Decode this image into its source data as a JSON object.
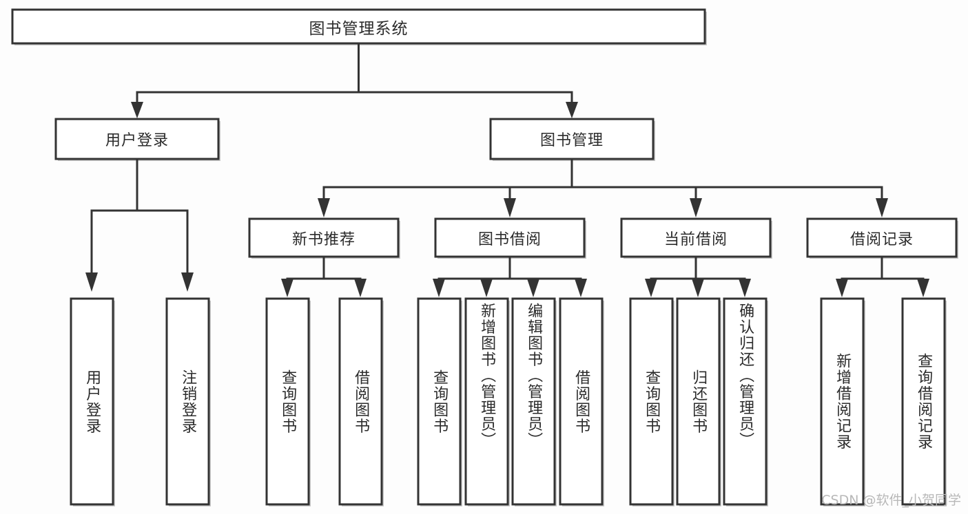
{
  "diagram": {
    "type": "tree",
    "title": "图书管理系统",
    "root": {
      "id": "root",
      "label": "图书管理系统",
      "orientation": "horizontal"
    },
    "level2": [
      {
        "id": "user-login",
        "label": "用户登录",
        "orientation": "horizontal"
      },
      {
        "id": "book-manage",
        "label": "图书管理",
        "orientation": "horizontal"
      }
    ],
    "level3": [
      {
        "id": "new-book-rec",
        "label": "新书推荐",
        "orientation": "horizontal",
        "parent": "book-manage"
      },
      {
        "id": "book-borrow",
        "label": "图书借阅",
        "orientation": "horizontal",
        "parent": "book-manage"
      },
      {
        "id": "current-borrow",
        "label": "当前借阅",
        "orientation": "horizontal",
        "parent": "book-manage"
      },
      {
        "id": "borrow-record",
        "label": "借阅记录",
        "orientation": "horizontal",
        "parent": "book-manage"
      }
    ],
    "leaves": [
      {
        "id": "leaf-user-login",
        "label": "用户登录",
        "parent": "user-login",
        "orientation": "vertical"
      },
      {
        "id": "leaf-user-logout",
        "label": "注销登录",
        "parent": "user-login",
        "orientation": "vertical"
      },
      {
        "id": "leaf-query-book-1",
        "label": "查询图书",
        "parent": "new-book-rec",
        "orientation": "vertical"
      },
      {
        "id": "leaf-borrow-book-1",
        "label": "借阅图书",
        "parent": "new-book-rec",
        "orientation": "vertical"
      },
      {
        "id": "leaf-query-book-2",
        "label": "查询图书",
        "parent": "book-borrow",
        "orientation": "vertical"
      },
      {
        "id": "leaf-add-book",
        "label": "新增图书（管理员）",
        "parent": "book-borrow",
        "orientation": "vertical"
      },
      {
        "id": "leaf-edit-book",
        "label": "编辑图书（管理员）",
        "parent": "book-borrow",
        "orientation": "vertical"
      },
      {
        "id": "leaf-borrow-book-2",
        "label": "借阅图书",
        "parent": "book-borrow",
        "orientation": "vertical"
      },
      {
        "id": "leaf-query-book-3",
        "label": "查询图书",
        "parent": "current-borrow",
        "orientation": "vertical"
      },
      {
        "id": "leaf-return-book",
        "label": "归还图书",
        "parent": "current-borrow",
        "orientation": "vertical"
      },
      {
        "id": "leaf-confirm-return",
        "label": "确认归还（管理员）",
        "parent": "current-borrow",
        "orientation": "vertical"
      },
      {
        "id": "leaf-add-record",
        "label": "新增借阅记录",
        "parent": "borrow-record",
        "orientation": "vertical"
      },
      {
        "id": "leaf-query-record",
        "label": "查询借阅记录",
        "parent": "borrow-record",
        "orientation": "vertical"
      }
    ],
    "colors": {
      "box_fill": "#ffffff",
      "box_stroke": "#333333",
      "connector": "#333333",
      "text": "#2b2b2b",
      "background": "#fdfdfd",
      "watermark": "#b8b8b8"
    }
  },
  "watermark": {
    "text": "CSDN @软件_小贺同学"
  }
}
